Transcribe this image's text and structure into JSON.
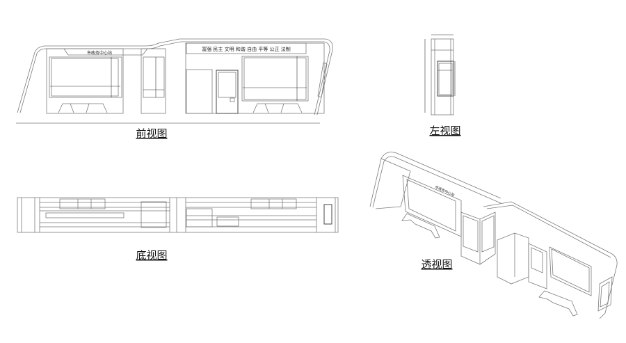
{
  "views": {
    "front": {
      "title": "前视图",
      "sign": "市政务中心站",
      "slogan": "富强  民主  文明  和谐  自由  平等  公正  法制"
    },
    "left": {
      "title": "左视图"
    },
    "bottom": {
      "title": "底视图"
    },
    "perspective": {
      "title": "透视图",
      "sign": "市政务中心站"
    }
  },
  "colors": {
    "line": "#7a7a7a",
    "text": "#111111"
  }
}
